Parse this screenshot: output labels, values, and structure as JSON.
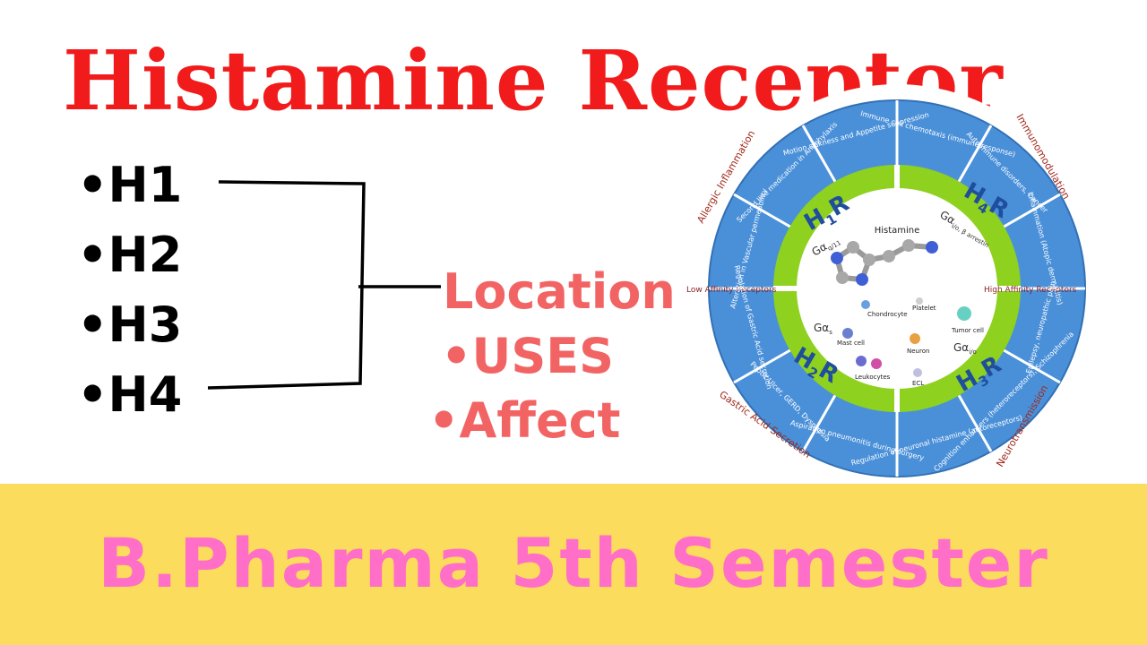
{
  "title": "Histamine Receptor",
  "receptors": [
    "•H1",
    "•H2",
    "•H3",
    "•H4"
  ],
  "topics": [
    "Location",
    "•USES",
    "•Affect"
  ],
  "footer": "B.Pharma 5th Semester",
  "diagram": {
    "center_label": "Histamine",
    "quadrants": [
      {
        "label": "H",
        "sub": "1",
        "suffix": "R",
        "gprotein": "Gα",
        "gsub": "q/11"
      },
      {
        "label": "H",
        "sub": "4",
        "suffix": "R",
        "gprotein": "Gα",
        "gsub": "i/o, β arrestin"
      },
      {
        "label": "H",
        "sub": "2",
        "suffix": "R",
        "gprotein": "Gα",
        "gsub": "s"
      },
      {
        "label": "H",
        "sub": "3",
        "suffix": "R",
        "gprotein": "Gα",
        "gsub": "i/o"
      }
    ],
    "cells": [
      "Chondrocyte",
      "Platelet",
      "Mast cell",
      "Tumor cell",
      "Neuron",
      "Leukocytes",
      "ECL"
    ],
    "affinity_left": "Low Affinity Receptors",
    "affinity_right": "High Affinity Receptors",
    "outer_labels": [
      "Allergic Inflammation",
      "Immunomodulation",
      "Gastric Acid Secretion",
      "Neurotransmission"
    ],
    "segments": [
      "Motion sickness and Appetite suppression",
      "Immune cell chemotaxis (immune response)",
      "Autoimmune disorders, Cancer",
      "Inflammation (Atopic dermatitis)",
      "Epilepsy, neuropathic pain",
      "Cognition enhancers (heteroreceptors), Schizophrenia",
      "Regulation of neuronal histamine (autoreceptors)",
      "Aspiration pneumonitis during surgery",
      "Peptic Ulcer, GERD, Dyspepsia",
      "Regulation of Gastric Acid secretion",
      "Alteration in Vascular permeability",
      "Second line medication in Anaphylaxis"
    ]
  },
  "colors": {
    "title": "#f21b1b",
    "topics": "#f26464",
    "footer_bg": "#fcdc5c",
    "footer_text": "#ff6ec7",
    "ring_blue": "#4a90d9",
    "ring_green": "#8fd11f",
    "outer_label": "#a0281a"
  }
}
